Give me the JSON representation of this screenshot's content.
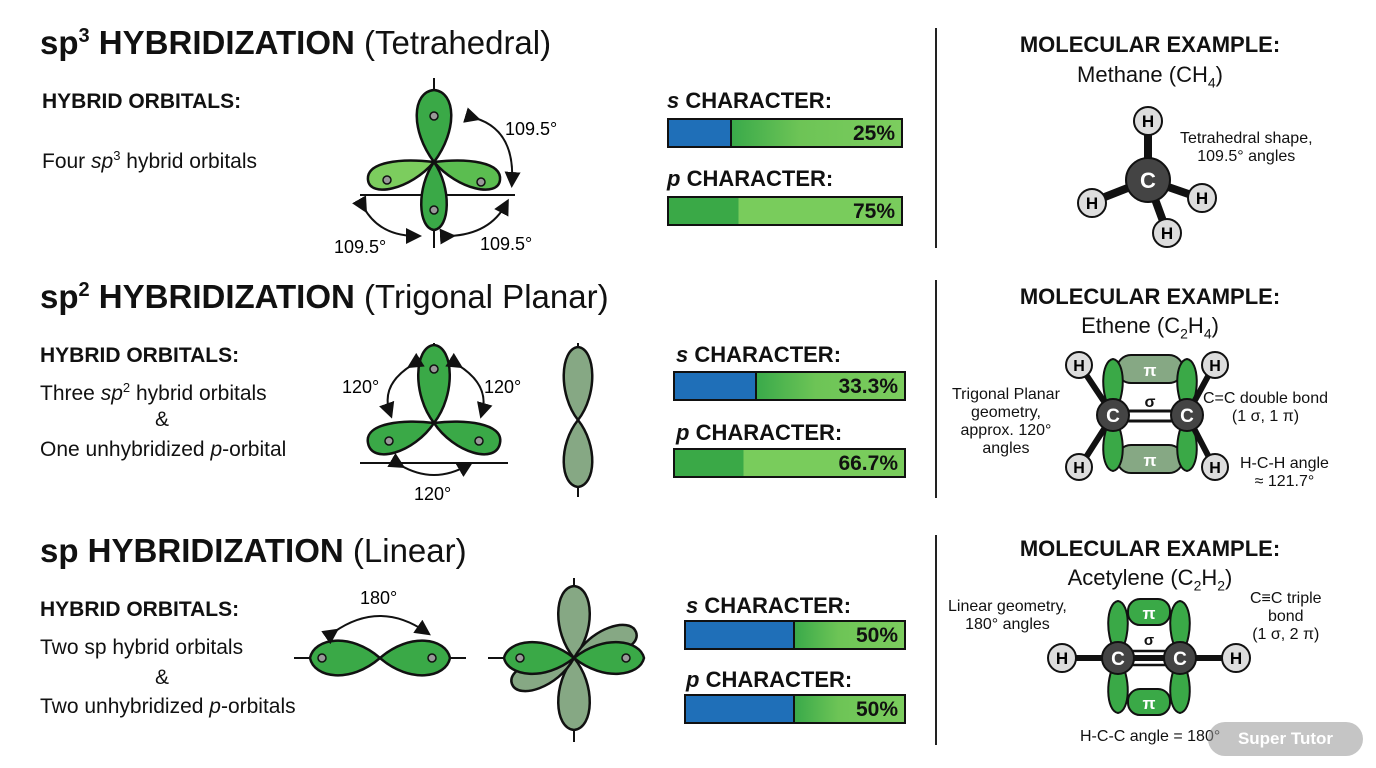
{
  "sections": [
    {
      "title_main": "sp",
      "title_sup": "3",
      "title_rest": " HYBRIDIZATION",
      "title_geom": "(Tetrahedral)",
      "hybrid_label": "HYBRID ORBITALS:",
      "desc_line1_a": "Four ",
      "desc_line1_i": "sp",
      "desc_line1_sup": "3",
      "desc_line1_b": " hybrid orbitals",
      "angles": [
        "109.5°",
        "109.5°",
        "109.5°"
      ],
      "s_label_i": "s",
      "s_label": " CHARACTER:",
      "s_value": "25%",
      "s_fraction": 0.25,
      "p_label_i": "p",
      "p_label": " CHARACTER:",
      "p_value": "75%",
      "p_fraction": 0.75,
      "mol_head": "MOLECULAR EXAMPLE:",
      "mol_name": "Methane (CH",
      "mol_sub": "4",
      "mol_close": ")",
      "atoms": {
        "center": "C",
        "h": "H"
      },
      "notes": [
        "Tetrahedral shape,",
        "109.5° angles"
      ]
    },
    {
      "title_main": "sp",
      "title_sup": "2",
      "title_rest": " HYBRIDIZATION",
      "title_geom": "(Trigonal Planar)",
      "hybrid_label": "HYBRID ORBITALS:",
      "desc_line1_a": "Three ",
      "desc_line1_i": "sp",
      "desc_line1_sup": "2",
      "desc_line1_b": " hybrid orbitals",
      "amp": "&",
      "desc_line2_a": "One unhybridized ",
      "desc_line2_i": "p",
      "desc_line2_b": "-orbital",
      "angles": [
        "120°",
        "120°",
        "120°"
      ],
      "s_label_i": "s",
      "s_label": " CHARACTER:",
      "s_value": "33.3%",
      "s_fraction": 0.333,
      "p_label_i": "p",
      "p_label": " CHARACTER:",
      "p_value": "66.7%",
      "p_fraction": 0.667,
      "mol_head": "MOLECULAR EXAMPLE:",
      "mol_name": "Ethene (C",
      "mol_sub": "2",
      "mol_mid": "H",
      "mol_sub2": "4",
      "mol_close": ")",
      "atoms": {
        "center": "C",
        "h": "H",
        "pi": "π",
        "sigma": "σ"
      },
      "notes_left": [
        "Trigonal Planar",
        "geometry,",
        "approx. 120°",
        "angles"
      ],
      "notes_right1": [
        "C=C double bond",
        "(1 σ, 1 π)"
      ],
      "notes_right2": [
        "H-C-H angle",
        "≈ 121.7°"
      ]
    },
    {
      "title_main": "sp",
      "title_rest": " HYBRIDIZATION",
      "title_geom": "(Linear)",
      "hybrid_label": "HYBRID ORBITALS:",
      "desc_line1": "Two sp hybrid orbitals",
      "amp": "&",
      "desc_line2_a": "Two unhybridized ",
      "desc_line2_i": "p",
      "desc_line2_b": "-orbitals",
      "angles": [
        "180°"
      ],
      "s_label_i": "s",
      "s_label": " CHARACTER:",
      "s_value": "50%",
      "s_fraction": 0.5,
      "p_label_i": "p",
      "p_label": " CHARACTER:",
      "p_value": "50%",
      "p_fraction": 0.5,
      "mol_head": "MOLECULAR EXAMPLE:",
      "mol_name": "Acetylene (C",
      "mol_sub": "2",
      "mol_mid": "H",
      "mol_sub2": "2",
      "mol_close": ")",
      "atoms": {
        "center": "C",
        "h": "H",
        "pi": "π",
        "sigma": "σ"
      },
      "notes_left": [
        "Linear geometry,",
        "180° angles"
      ],
      "notes_right": [
        "C≡C triple",
        "bond",
        "(1 σ, 2 π)"
      ],
      "notes_bottom": "H-C-C angle = 180°"
    }
  ],
  "colors": {
    "orbital_green": "#3aa947",
    "orbital_light": "#7ccd5e",
    "unhybridized": "#86a884",
    "s_blue": "#1f6fb8",
    "carbon": "#444444",
    "hydrogen": "#dddddd"
  },
  "watermark": "Super Tutor"
}
